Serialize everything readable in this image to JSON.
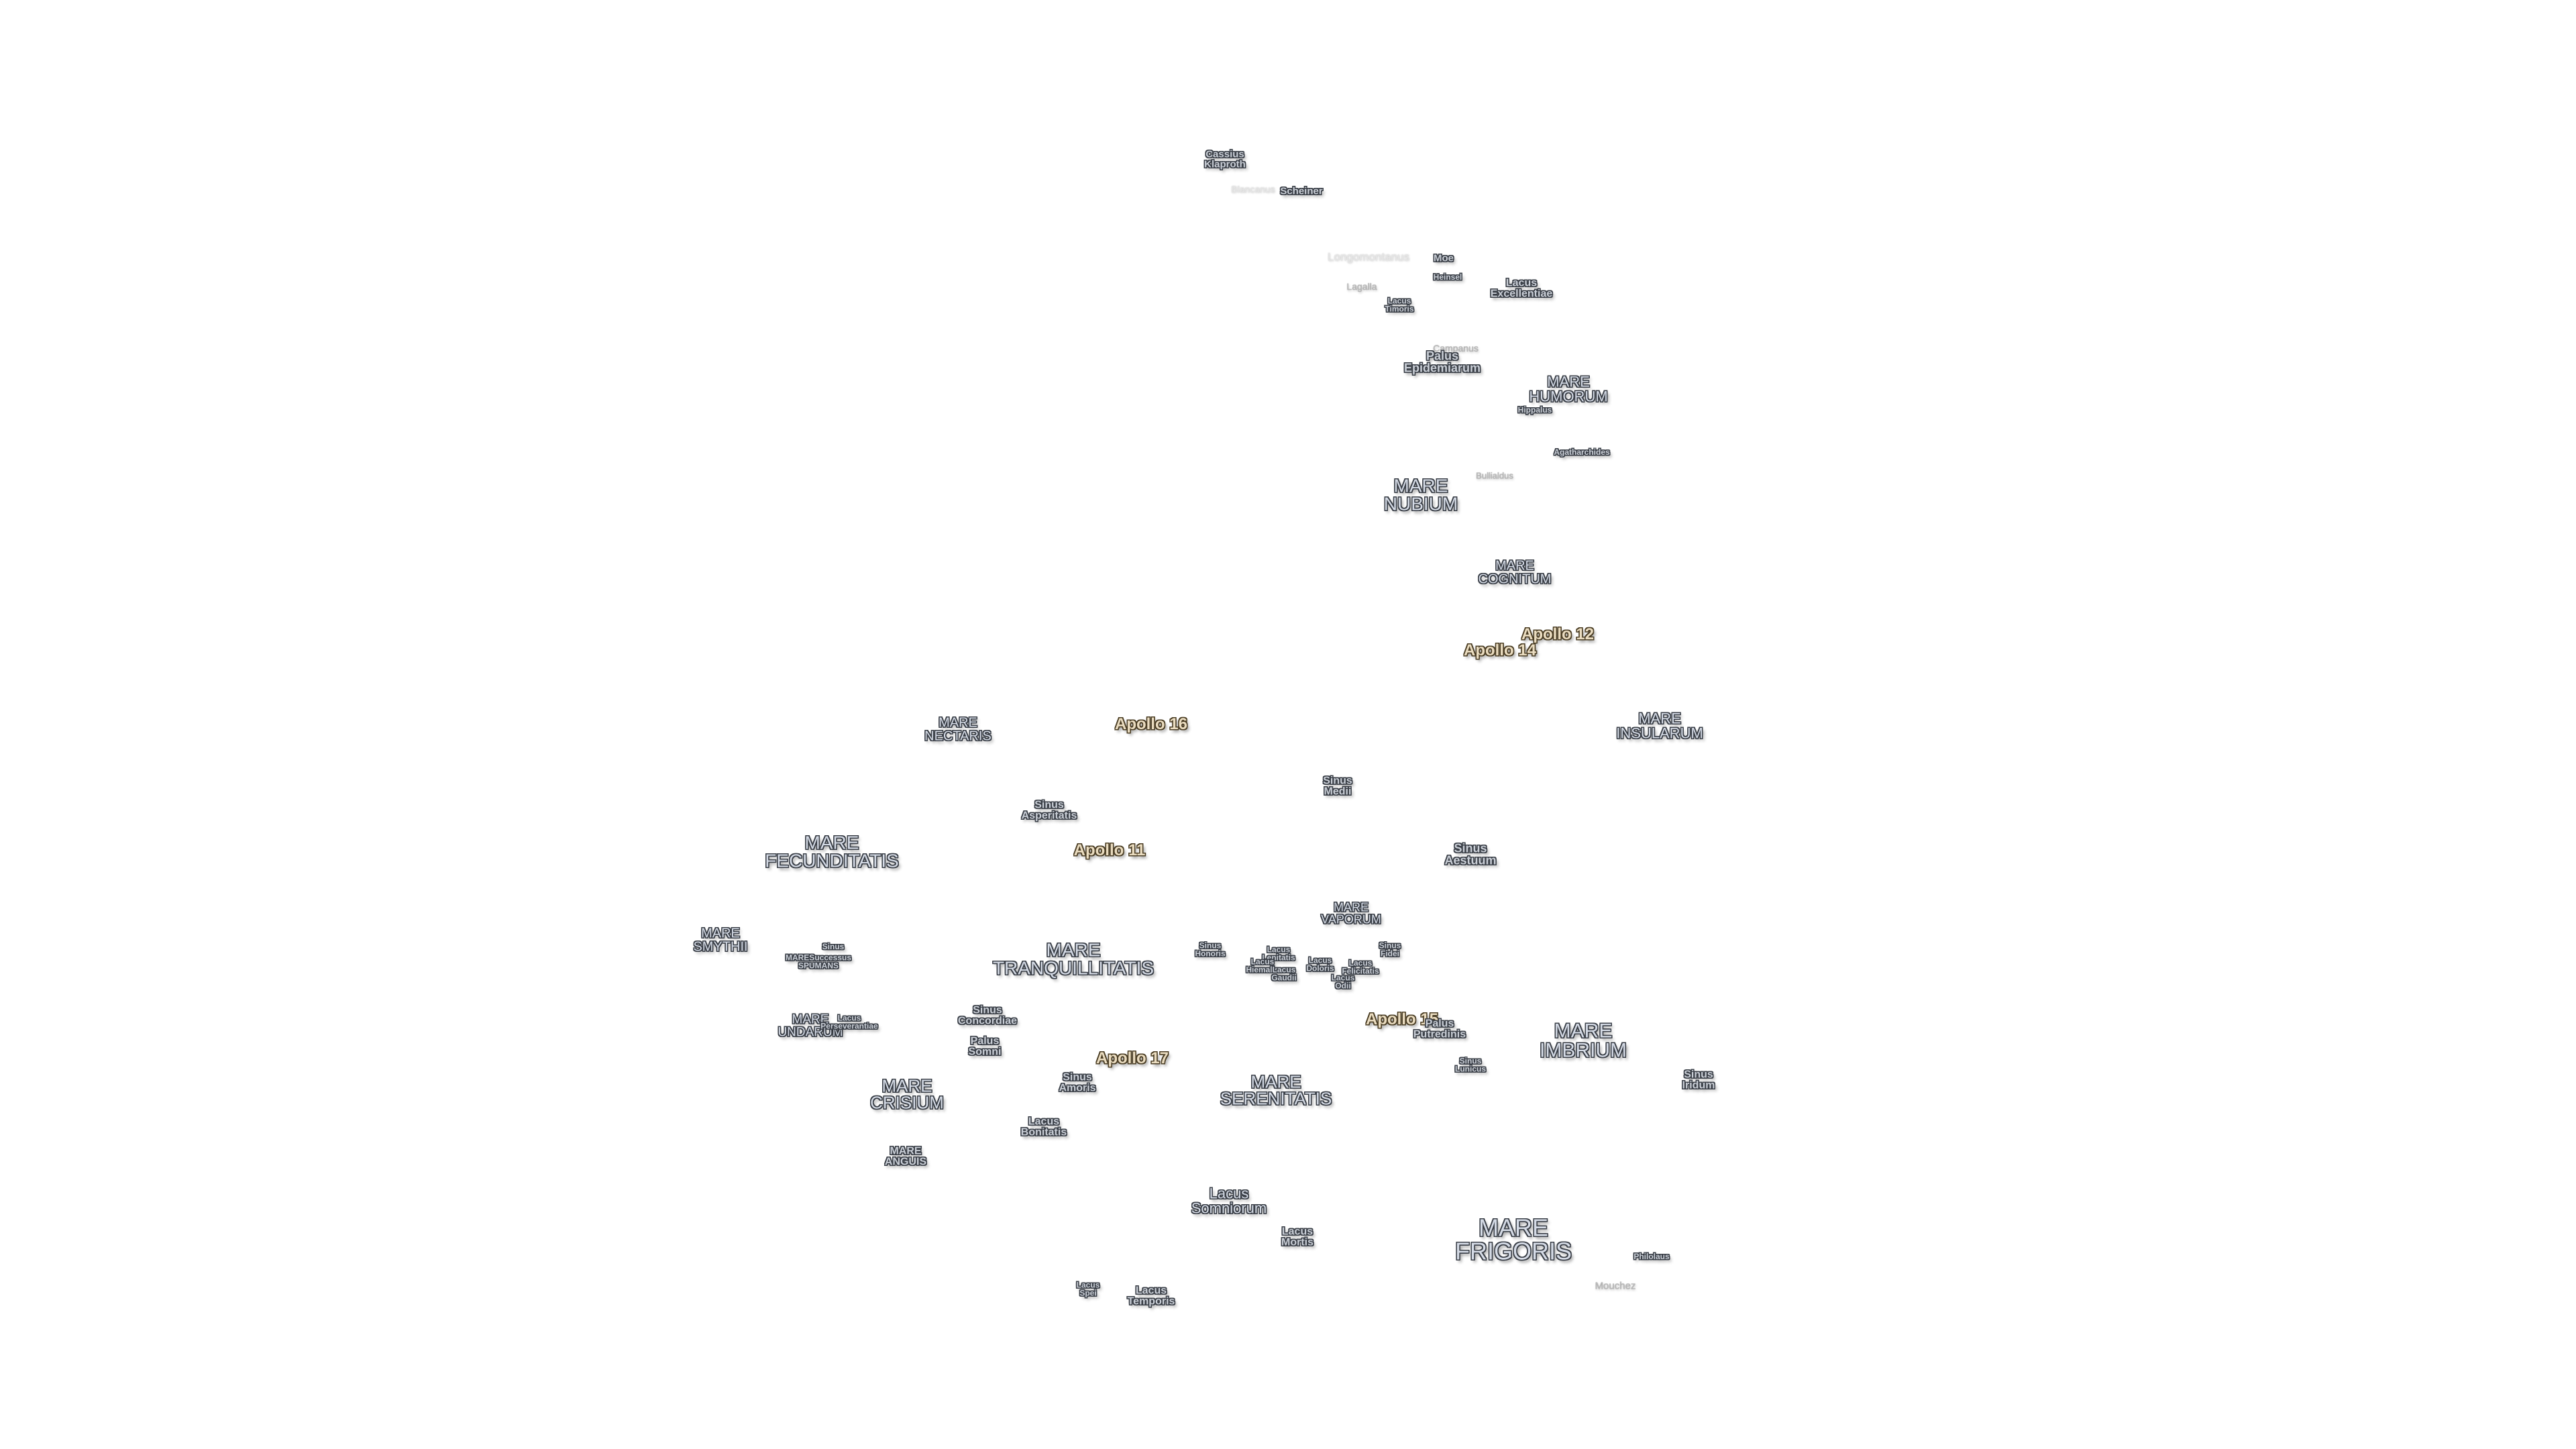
{
  "map": {
    "labels": [
      {
        "key": "cassini-klaproth",
        "lines": [
          "Cassius",
          "Klaproth"
        ],
        "kind": "crater"
      },
      {
        "key": "blancanus",
        "lines": [
          "Blancanus"
        ],
        "kind": "faint"
      },
      {
        "key": "scheiner",
        "lines": [
          "Scheiner"
        ],
        "kind": "crater"
      },
      {
        "key": "longomontanus",
        "lines": [
          "Longomontanus"
        ],
        "kind": "faint"
      },
      {
        "key": "moe",
        "lines": [
          "Moe"
        ],
        "kind": "crater"
      },
      {
        "key": "heinsel",
        "lines": [
          "Heinsel"
        ],
        "kind": "crater-xs"
      },
      {
        "key": "lacus-excellentiae",
        "lines": [
          "Lacus",
          "Excellentiae"
        ],
        "kind": "minor"
      },
      {
        "key": "lagalla",
        "lines": [
          "Lagalla"
        ],
        "kind": "faint-mid"
      },
      {
        "key": "lacus-timoris",
        "lines": [
          "Lacus",
          "Timoris"
        ],
        "kind": "minor-xs"
      },
      {
        "key": "campanus",
        "lines": [
          "Campanus"
        ],
        "kind": "faint-mid"
      },
      {
        "key": "palus-epidemiarum",
        "lines": [
          "Palus",
          "Epidemiarum"
        ],
        "kind": "minor"
      },
      {
        "key": "mare-humorum",
        "lines": [
          "MARE",
          "HUMORUM"
        ],
        "kind": "mare-med"
      },
      {
        "key": "hippalus",
        "lines": [
          "Hippalus"
        ],
        "kind": "crater-xs"
      },
      {
        "key": "agatharchides",
        "lines": [
          "Agatharchides"
        ],
        "kind": "crater-xs"
      },
      {
        "key": "bullialdus",
        "lines": [
          "Bullialdus"
        ],
        "kind": "faint-mid"
      },
      {
        "key": "mare-nubium",
        "lines": [
          "MARE",
          "NUBIUM"
        ],
        "kind": "mare"
      },
      {
        "key": "mare-cognitum",
        "lines": [
          "MARE",
          "COGNITUM"
        ],
        "kind": "mare-med"
      },
      {
        "key": "apollo-12",
        "lines": [
          "Apollo 12"
        ],
        "kind": "apollo"
      },
      {
        "key": "apollo-14",
        "lines": [
          "Apollo 14"
        ],
        "kind": "apollo"
      },
      {
        "key": "mare-insularum",
        "lines": [
          "MARE",
          "INSULARUM"
        ],
        "kind": "mare-med"
      },
      {
        "key": "mare-nectaris",
        "lines": [
          "MARE",
          "NECTARIS"
        ],
        "kind": "mare-med"
      },
      {
        "key": "apollo-16",
        "lines": [
          "Apollo 16"
        ],
        "kind": "apollo"
      },
      {
        "key": "sinus-medii",
        "lines": [
          "Sinus",
          "Medii"
        ],
        "kind": "minor"
      },
      {
        "key": "sinus-asperitatis",
        "lines": [
          "Sinus",
          "Asperitatis"
        ],
        "kind": "minor"
      },
      {
        "key": "mare-fecunditatis",
        "lines": [
          "MARE",
          "FECUNDITATIS"
        ],
        "kind": "mare"
      },
      {
        "key": "apollo-11",
        "lines": [
          "Apollo 11"
        ],
        "kind": "apollo"
      },
      {
        "key": "sinus-aestuum",
        "lines": [
          "Sinus",
          "Aestuum"
        ],
        "kind": "minor"
      },
      {
        "key": "mare-vaporum",
        "lines": [
          "MARE",
          "VAPORUM"
        ],
        "kind": "mare-med"
      },
      {
        "key": "mare-smythii",
        "lines": [
          "MARE",
          "SMYTHII"
        ],
        "kind": "mare-med"
      },
      {
        "key": "sinus-successus",
        "lines": [
          "Sinus"
        ],
        "kind": "minor-xs"
      },
      {
        "key": "mare-spumans",
        "lines": [
          "MARESuccessus",
          "SPUMANS"
        ],
        "kind": "minor-xs"
      },
      {
        "key": "mare-tranquillitatis",
        "lines": [
          "MARE",
          "TRANQUILLITATIS"
        ],
        "kind": "mare"
      },
      {
        "key": "sinus-honoris",
        "lines": [
          "Sinus",
          "Honoris"
        ],
        "kind": "minor-xs"
      },
      {
        "key": "lacus-lenitatis",
        "lines": [
          "Lacus",
          "Lenitatis"
        ],
        "kind": "minor-xs"
      },
      {
        "key": "lacus-hiemalis",
        "lines": [
          "Lacus",
          "Hiemalis"
        ],
        "kind": "minor-xs"
      },
      {
        "key": "lacus-gaudii",
        "lines": [
          "Lacus",
          "Gaudii"
        ],
        "kind": "minor-xs"
      },
      {
        "key": "lacus-doloris",
        "lines": [
          "Lacus",
          "Doloris"
        ],
        "kind": "minor-xs"
      },
      {
        "key": "lacus-odii",
        "lines": [
          "Lacus",
          "Odii"
        ],
        "kind": "minor-xs"
      },
      {
        "key": "lacus-felicitatis",
        "lines": [
          "Lacus",
          "Felicitatis"
        ],
        "kind": "minor-xs"
      },
      {
        "key": "sinus-fidei",
        "lines": [
          "Sinus",
          "Fidei"
        ],
        "kind": "minor-xs"
      },
      {
        "key": "mare-undarum",
        "lines": [
          "MARE",
          "UNDARUM"
        ],
        "kind": "mare-med"
      },
      {
        "key": "lacus-perseverantiae",
        "lines": [
          "Lacus",
          "Perseverantiae"
        ],
        "kind": "minor-xs"
      },
      {
        "key": "sinus-concordiae",
        "lines": [
          "Sinus",
          "Concordiae"
        ],
        "kind": "minor"
      },
      {
        "key": "apollo-15",
        "lines": [
          "Apollo 15"
        ],
        "kind": "apollo"
      },
      {
        "key": "palus-putredinis",
        "lines": [
          "Palus",
          "Putredinis"
        ],
        "kind": "minor"
      },
      {
        "key": "mare-imbrium",
        "lines": [
          "MARE",
          "IMBRIUM"
        ],
        "kind": "mare"
      },
      {
        "key": "palus-somni",
        "lines": [
          "Palus",
          "Somni"
        ],
        "kind": "minor"
      },
      {
        "key": "apollo-17",
        "lines": [
          "Apollo 17"
        ],
        "kind": "apollo"
      },
      {
        "key": "sinus-lunicus",
        "lines": [
          "Sinus",
          "Lunicus"
        ],
        "kind": "minor-xs"
      },
      {
        "key": "sinus-iridum",
        "lines": [
          "Sinus",
          "Iridum"
        ],
        "kind": "minor"
      },
      {
        "key": "mare-crisium",
        "lines": [
          "MARE",
          "CRISIUM"
        ],
        "kind": "mare"
      },
      {
        "key": "sinus-amoris",
        "lines": [
          "Sinus",
          "Amoris"
        ],
        "kind": "minor"
      },
      {
        "key": "mare-serenitatis",
        "lines": [
          "MARE",
          "SERENITATIS"
        ],
        "kind": "mare"
      },
      {
        "key": "lacus-bonitatis",
        "lines": [
          "Lacus",
          "Bonitatis"
        ],
        "kind": "minor"
      },
      {
        "key": "mare-anguis",
        "lines": [
          "MARE",
          "ANGUIS"
        ],
        "kind": "minor"
      },
      {
        "key": "lacus-somniorum",
        "lines": [
          "Lacus",
          "Somniorum"
        ],
        "kind": "mare-med"
      },
      {
        "key": "lacus-mortis",
        "lines": [
          "Lacus",
          "Mortis"
        ],
        "kind": "minor"
      },
      {
        "key": "mare-frigoris",
        "lines": [
          "MARE",
          "FRIGORIS"
        ],
        "kind": "mare-big"
      },
      {
        "key": "philolaus",
        "lines": [
          "Philolaus"
        ],
        "kind": "crater-xs"
      },
      {
        "key": "mouchez",
        "lines": [
          "Mouchez"
        ],
        "kind": "faint-mid"
      },
      {
        "key": "lacus-spei",
        "lines": [
          "Lacus",
          "Spei"
        ],
        "kind": "minor-xs"
      },
      {
        "key": "lacus-temporis",
        "lines": [
          "Lacus",
          "Temporis"
        ],
        "kind": "minor"
      }
    ]
  }
}
